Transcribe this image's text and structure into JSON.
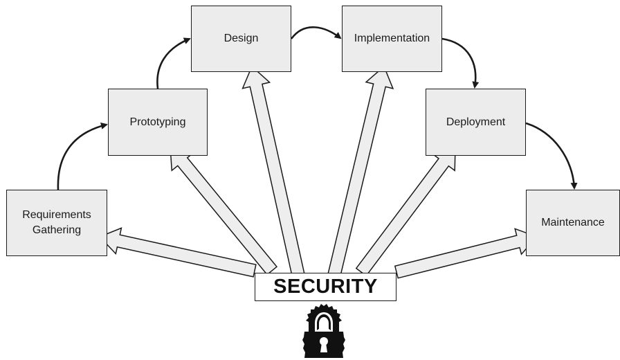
{
  "colors": {
    "box_fill": "#ececec",
    "arrow_fill": "#eeeeee",
    "outline": "#1a1a1a"
  },
  "stages": [
    {
      "id": "requirements",
      "label": "Requirements\nGathering"
    },
    {
      "id": "prototyping",
      "label": "Prototyping"
    },
    {
      "id": "design",
      "label": "Design"
    },
    {
      "id": "implementation",
      "label": "Implementation"
    },
    {
      "id": "deployment",
      "label": "Deployment"
    },
    {
      "id": "maintenance",
      "label": "Maintenance"
    }
  ],
  "flow_links": [
    {
      "from": "requirements",
      "to": "prototyping"
    },
    {
      "from": "prototyping",
      "to": "design"
    },
    {
      "from": "design",
      "to": "implementation"
    },
    {
      "from": "implementation",
      "to": "deployment"
    },
    {
      "from": "deployment",
      "to": "maintenance"
    }
  ],
  "security": {
    "label": "SECURITY",
    "icon": "padlock-icon",
    "targets": [
      "requirements",
      "prototyping",
      "design",
      "implementation",
      "deployment",
      "maintenance"
    ]
  }
}
